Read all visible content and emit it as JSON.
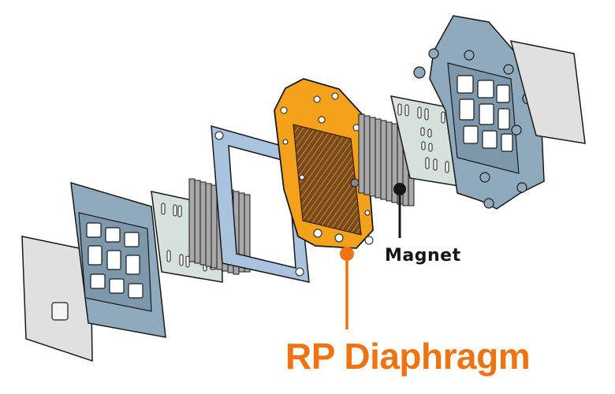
{
  "figure": {
    "type": "exploded-view illustration",
    "labels": {
      "magnet": "Magnet",
      "diaphragm": "RP Diaphragm"
    },
    "components": [
      {
        "name": "front-cover-sheet",
        "color": "#e0e0e0"
      },
      {
        "name": "front-frame",
        "color": "#8fa9bd"
      },
      {
        "name": "front-perforated-plate",
        "color": "#d6e0dc"
      },
      {
        "name": "front-magnet-bars",
        "color": "#a8a8a8"
      },
      {
        "name": "front-gasket",
        "color": "#a9c3de"
      },
      {
        "name": "rp-diaphragm",
        "color": "#f4a11c"
      },
      {
        "name": "rear-magnet-bars",
        "color": "#a8a8a8"
      },
      {
        "name": "rear-perforated-plate",
        "color": "#d6e0dc"
      },
      {
        "name": "rear-frame",
        "color": "#8fa9bd"
      },
      {
        "name": "rear-cover-sheet",
        "color": "#e0e0e0"
      }
    ],
    "colors": {
      "accent": "#ee7313",
      "magnet_leader": "#1a1412",
      "outline": "#1a1a1a"
    }
  }
}
